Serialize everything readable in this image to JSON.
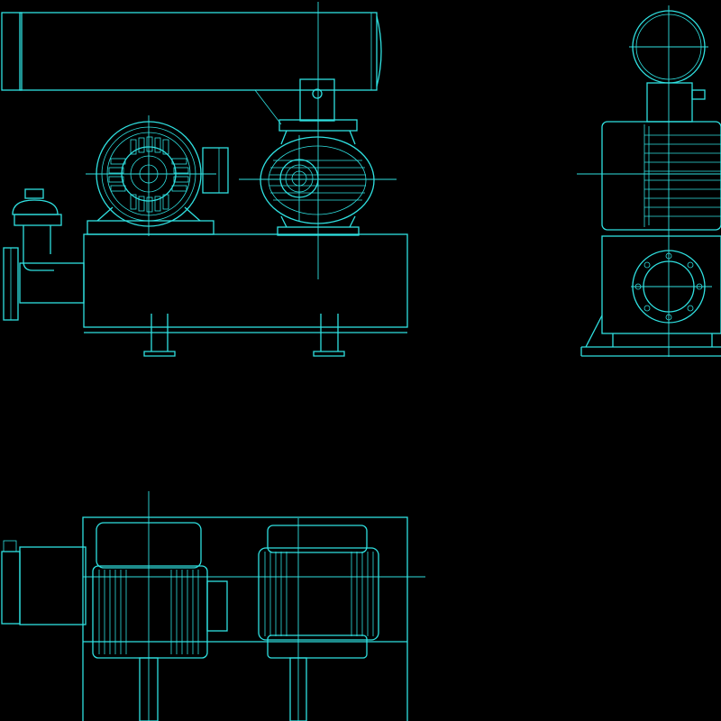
{
  "drawing": {
    "background": "#000000",
    "line_color": "#2fe0e0",
    "views": [
      "front-view",
      "side-view",
      "top-view"
    ]
  }
}
